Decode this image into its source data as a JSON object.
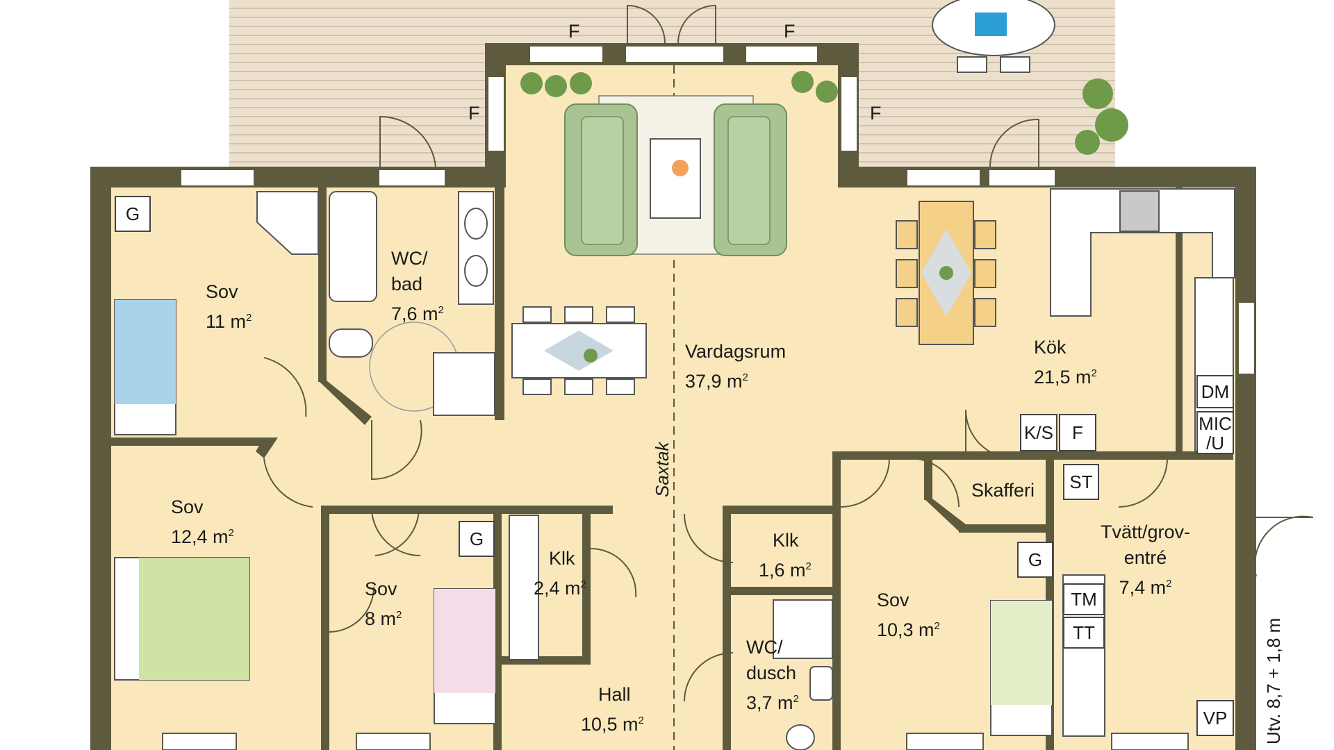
{
  "rooms": {
    "sov1": {
      "name": "Sov",
      "area": "11 m",
      "sup": "2"
    },
    "wcbad": {
      "name1": "WC/",
      "name2": "bad",
      "area": "7,6 m",
      "sup": "2"
    },
    "sov2": {
      "name": "Sov",
      "area": "12,4 m",
      "sup": "2"
    },
    "sov3": {
      "name": "Sov",
      "area": "8 m",
      "sup": "2"
    },
    "klk1": {
      "name": "Klk",
      "area": "2,4 m",
      "sup": "2"
    },
    "vardagsrum": {
      "name": "Vardagsrum",
      "area": "37,9 m",
      "sup": "2"
    },
    "kok": {
      "name": "Kök",
      "area": "21,5 m",
      "sup": "2"
    },
    "skafferi": {
      "name": "Skafferi"
    },
    "klk2": {
      "name": "Klk",
      "area": "1,6 m",
      "sup": "2"
    },
    "wcdusch": {
      "name1": "WC/",
      "name2": "dusch",
      "area": "3,7 m",
      "sup": "2"
    },
    "hall": {
      "name": "Hall",
      "area": "10,5 m",
      "sup": "2"
    },
    "sov4": {
      "name": "Sov",
      "area": "10,3 m",
      "sup": "2"
    },
    "tvatt": {
      "name1": "Tvätt/grov-",
      "name2": "entré",
      "area": "7,4 m",
      "sup": "2"
    }
  },
  "markers": {
    "f": "F",
    "g": "G",
    "dm": "DM",
    "mic1": "MIC",
    "mic2": "/U",
    "ks": "K/S",
    "st": "ST",
    "tm": "TM",
    "tt": "TT",
    "vp": "VP"
  },
  "saxtak": "Saxtak",
  "outdoor": "Utv. 8,7 + 1,8 m",
  "colors": {
    "wall": "#5e5a3e",
    "floor": "#fae8bc",
    "deck": "#e9dcc9",
    "sofa": "#a9c392"
  }
}
